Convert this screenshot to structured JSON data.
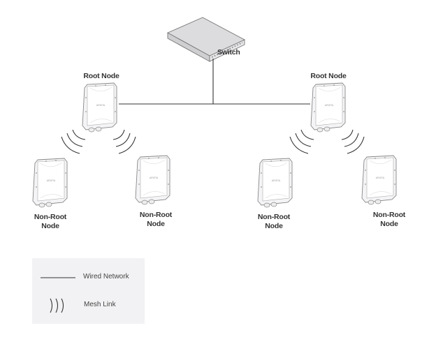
{
  "diagram": {
    "title": "Mesh Network Topology",
    "switch": {
      "label": "Switch",
      "icon": "network-switch-icon"
    },
    "root_nodes": [
      {
        "label": "Root Node",
        "brand": "ARISTA",
        "icon": "access-point-icon"
      },
      {
        "label": "Root Node",
        "brand": "ARISTA",
        "icon": "access-point-icon"
      }
    ],
    "non_root_nodes": [
      {
        "label_line1": "Non-Root",
        "label_line2": "Node",
        "brand": "ARISTA"
      },
      {
        "label_line1": "Non-Root",
        "label_line2": "Node",
        "brand": "ARISTA"
      },
      {
        "label_line1": "Non-Root",
        "label_line2": "Node",
        "brand": "ARISTA"
      },
      {
        "label_line1": "Non-Root",
        "label_line2": "Node",
        "brand": "ARISTA"
      }
    ],
    "connections": {
      "wired": [
        "Switch-RootNode1",
        "Switch-RootNode2"
      ],
      "mesh": [
        "RootNode1-NonRoot1",
        "RootNode1-NonRoot2",
        "RootNode2-NonRoot3",
        "RootNode2-NonRoot4"
      ]
    }
  },
  "legend": {
    "items": [
      {
        "label": "Wired Network",
        "icon": "wired-line-icon"
      },
      {
        "label": "Mesh Link",
        "icon": "mesh-wave-icon"
      }
    ]
  }
}
